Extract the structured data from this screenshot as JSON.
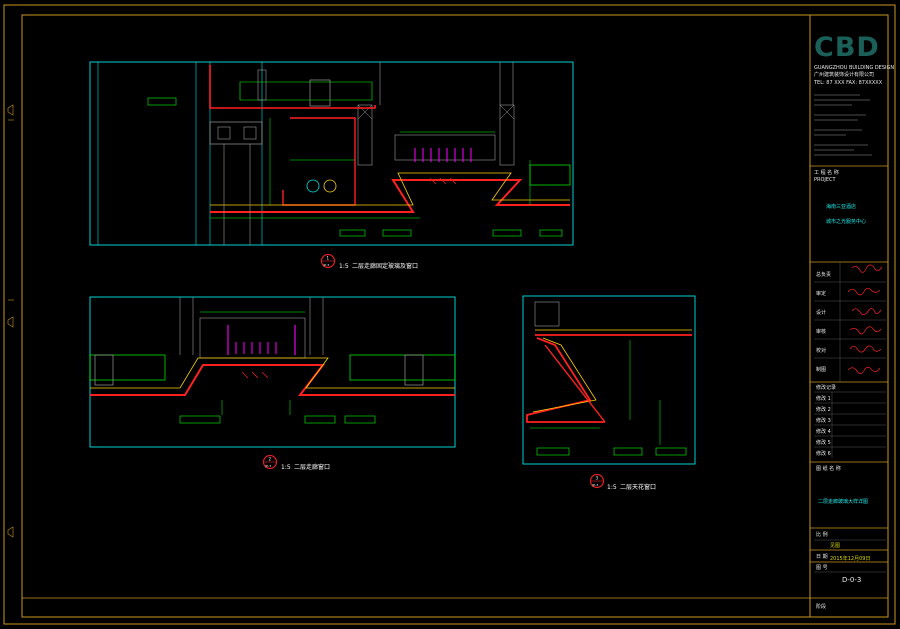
{
  "colors": {
    "frame": "#c8961e",
    "outline": "#00e6e6",
    "dimension": "#00ff00",
    "finish": "#ff2020",
    "hatch": "#ffd200",
    "tag": "#00ff00",
    "magenta": "#ff00ff",
    "background": "#000000"
  },
  "title_block": {
    "logo": "CBD",
    "company_en": "GUANGZHOU BUILDING DESIGN",
    "company_cn": "广州建筑装饰设计有限公司",
    "tel": "TEL: 87 XXX  FAX: 87XXXXX",
    "project_label": "工 程 名 称",
    "project_sub": "PROJECT",
    "project_line1": "海南三亚酒店",
    "project_line2": "城市之光服务中心",
    "roles": [
      "总负责",
      "审定",
      "设计",
      "审核",
      "校对",
      "制图"
    ],
    "revision_label": "修改记录",
    "revisions": [
      "修改 1",
      "修改 2",
      "修改 3",
      "修改 4",
      "修改 5",
      "修改 6"
    ],
    "drawing_title_label": "图 纸 名 称",
    "drawing_title": "二层走廊玻璃大样详图",
    "scale_label": "比 例",
    "scale_value": "见图",
    "date_label": "日 期",
    "date_value": "2015年12月09日",
    "sheet_label": "图 号",
    "sheet_no": "D-0-3",
    "stage_label": "阶段"
  },
  "details": [
    {
      "number": "1",
      "sheet": "JP-3",
      "scale": "1:5",
      "title": "二层走廊固定玻璃及窗口"
    },
    {
      "number": "2",
      "sheet": "JP-3",
      "scale": "1:5",
      "title": "二层走廊窗口"
    },
    {
      "number": "3",
      "sheet": "JP-3",
      "scale": "1:5",
      "title": "二层天花窗口"
    }
  ]
}
